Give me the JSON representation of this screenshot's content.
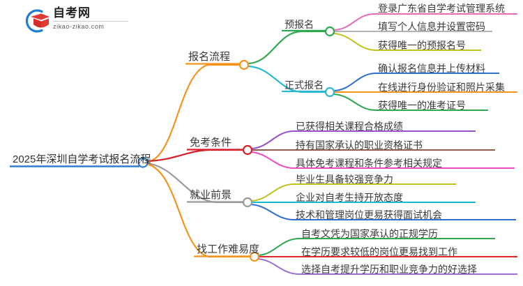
{
  "logo": {
    "title": "自考网",
    "subtitle": "zikao-zikao.com",
    "mark_name": "graduation-cap-logo",
    "arc_color": "#1c7fd4",
    "cap_color": "#e03a34"
  },
  "mindmap": {
    "root": {
      "label": "2025年深圳自学考试报名流程",
      "color": "#2f7fd0"
    },
    "branches": [
      {
        "label": "报名流程",
        "color": "#f5931e",
        "children": [
          {
            "label": "预报名",
            "color": "#2fa84f",
            "children": [
              {
                "label": "登录广东省自学考试管理系统",
                "color": "#e86ab5"
              },
              {
                "label": "填写个人信息并设置密码",
                "color": "#9a9a9a"
              },
              {
                "label": "获得唯一的预报名号",
                "color": "#c2c21f"
              }
            ]
          },
          {
            "label": "正式报名",
            "color": "#2cb8d4",
            "children": [
              {
                "label": "确认报名信息并上传材料",
                "color": "#2f6fd0"
              },
              {
                "label": "在线进行身份验证和照片采集",
                "color": "#f5931e"
              },
              {
                "label": "获得唯一的准考证号",
                "color": "#2fa84f"
              }
            ]
          }
        ]
      },
      {
        "label": "免考条件",
        "color": "#d8202a",
        "children": [
          {
            "label": "已获得相关课程合格成绩",
            "color": "#9b4fc8"
          },
          {
            "label": "持有国家承认的职业资格证书",
            "color": "#8c5a4a"
          },
          {
            "label": "具体免考课程和条件参考相关规定",
            "color": "#ef4bbf"
          }
        ]
      },
      {
        "label": "就业前景",
        "color": "#9a9a9a",
        "children": [
          {
            "label": "毕业生具备较强竞争力",
            "color": "#c2c21f"
          },
          {
            "label": "企业对自考生持开放态度",
            "color": "#17bcd4"
          },
          {
            "label": "技术和管理岗位更易获得面试机会",
            "color": "#2f6fd0"
          }
        ]
      },
      {
        "label": "找工作难易度",
        "color": "#f5931e",
        "children": [
          {
            "label": "自考文凭为国家承认的正规学历",
            "color": "#2fa84f"
          },
          {
            "label": "在学历要求较低的岗位更易找到工作",
            "color": "#e02a2a"
          },
          {
            "label": "选择自考提升学历和职业竞争力的好选择",
            "color": "#9b6fd0"
          }
        ]
      }
    ]
  }
}
